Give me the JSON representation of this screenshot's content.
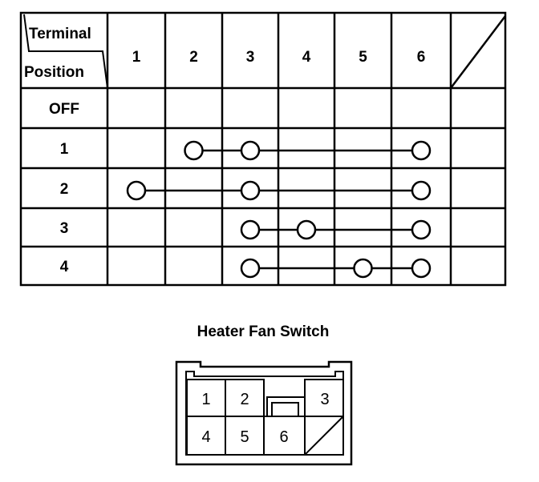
{
  "table": {
    "header_terminal": "Terminal",
    "header_position": "Position",
    "terminals": [
      "1",
      "2",
      "3",
      "4",
      "5",
      "6"
    ],
    "positions": [
      "OFF",
      "1",
      "2",
      "3",
      "4"
    ],
    "continuity": [
      [],
      [
        2,
        3,
        6
      ],
      [
        1,
        3,
        6
      ],
      [
        3,
        4,
        6
      ],
      [
        3,
        5,
        6
      ]
    ]
  },
  "connector": {
    "title": "Heater Fan Switch",
    "top_pins": [
      "1",
      "2",
      "3"
    ],
    "bottom_pins": [
      "4",
      "5",
      "6"
    ]
  }
}
